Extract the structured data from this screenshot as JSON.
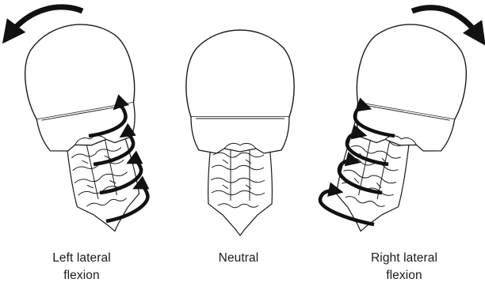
{
  "figures": [
    {
      "id": "left",
      "caption_line1": "Left lateral",
      "caption_line2": "flexion"
    },
    {
      "id": "neutral",
      "caption_line1": "Neutral",
      "caption_line2": ""
    },
    {
      "id": "right",
      "caption_line1": "Right lateral",
      "caption_line2": "flexion"
    }
  ],
  "colors": {
    "line": "#1a1a1a",
    "bone_fill": "#ffffff",
    "arrow": "#111111"
  }
}
